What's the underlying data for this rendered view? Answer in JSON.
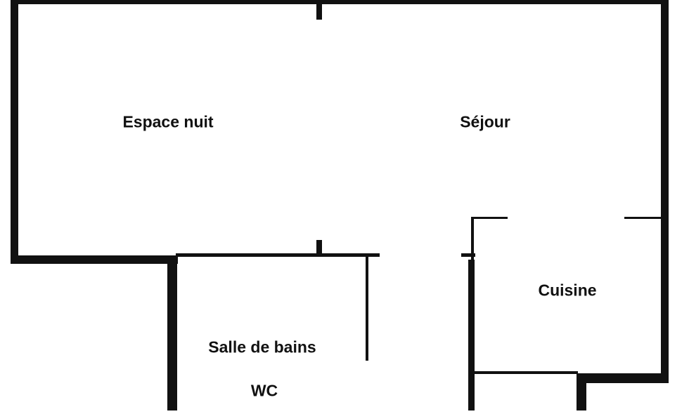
{
  "rooms": {
    "espace_nuit": "Espace nuit",
    "sejour": "Séjour",
    "cuisine": "Cuisine",
    "salle_de_bains": "Salle de bains",
    "wc": "WC"
  },
  "colors": {
    "wall": "#111111",
    "background": "#ffffff"
  }
}
